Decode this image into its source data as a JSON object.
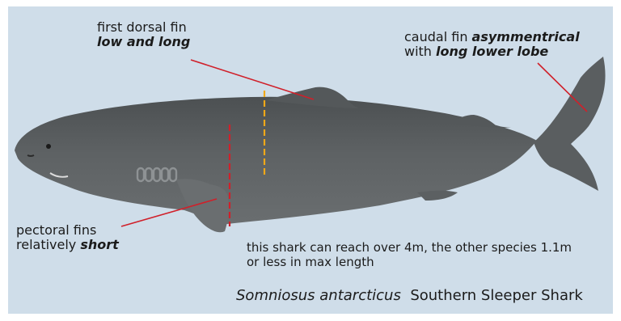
{
  "labels": {
    "dorsal": {
      "line1": "first dorsal fin",
      "line2": "low and long"
    },
    "caudal": {
      "prefix1": "caudal fin ",
      "emph1": "asymmentrical",
      "prefix2": "with ",
      "emph2": "long lower lobe"
    },
    "pectoral": {
      "line1": "pectoral fins",
      "prefix2": "relatively ",
      "emph2": "short"
    }
  },
  "note": {
    "line1": "this shark can reach over 4m, the other species 1.1m",
    "line2": "or less in max length"
  },
  "species": {
    "scientific": "Somniosus antarcticus",
    "common": "Southern Sleeper Shark"
  },
  "colors": {
    "background": "#cfdde9",
    "shark_body": "#595d5f",
    "pointer_line": "#d0202a",
    "dorsal_marker": "#f0a818",
    "pectoral_marker": "#d0202a"
  }
}
